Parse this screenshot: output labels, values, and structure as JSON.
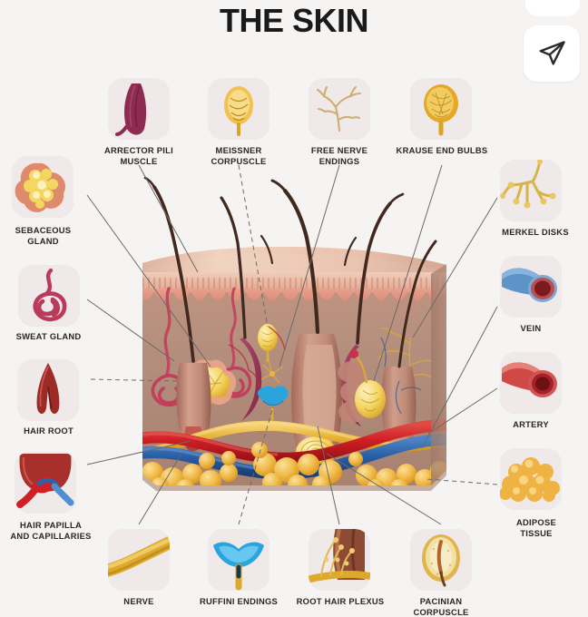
{
  "header": {
    "title": "THE SKIN"
  },
  "controls": {
    "send_icon": "send-paper-plane-icon",
    "top_chip": "partial-rounded-chip"
  },
  "colors": {
    "background": "#f5f4f3",
    "title": "#1a1a1a",
    "label": "#2a2726",
    "leader_line": "#6d6a68",
    "thumb_bg": "#e9e3e2",
    "epidermis": "#e8b9a6",
    "dermis": "#b99080",
    "hypodermis": "#a98372",
    "fat": "#edb13c",
    "artery": "#cf2026",
    "vein": "#2a62a8",
    "nerve": "#e2a52a",
    "muscle": "#8e2b50",
    "hair": "#3a241c",
    "sweat_gland": "#c0415f",
    "sebaceous": "#f2d56a",
    "ruffini": "#2ba4dd"
  },
  "callouts": {
    "top": [
      {
        "id": "arrector-pili-muscle",
        "label": "ARRECTOR PILI\nMUSCLE",
        "icon": "arrector-pili-muscle-icon"
      },
      {
        "id": "meissner-corpuscle",
        "label": "MEISSNER\nCORPUSCLE",
        "icon": "meissner-corpuscle-icon"
      },
      {
        "id": "free-nerve-endings",
        "label": "FREE NERVE\nENDINGS",
        "icon": "free-nerve-endings-icon"
      },
      {
        "id": "krause-end-bulbs",
        "label": "KRAUSE END BULBS",
        "icon": "krause-end-bulbs-icon"
      }
    ],
    "left": [
      {
        "id": "sebaceous-gland",
        "label": "SEBACEOUS\nGLAND",
        "icon": "sebaceous-gland-icon"
      },
      {
        "id": "sweat-gland",
        "label": "SWEAT GLAND",
        "icon": "sweat-gland-icon"
      },
      {
        "id": "hair-root",
        "label": "HAIR ROOT",
        "icon": "hair-root-icon"
      },
      {
        "id": "hair-papilla-and-capillaries",
        "label": "HAIR PAPILLA\nAND CAPILLARIES",
        "icon": "hair-papilla-icon"
      }
    ],
    "right": [
      {
        "id": "merkel-disks",
        "label": "MERKEL DISKS",
        "icon": "merkel-disks-icon"
      },
      {
        "id": "vein",
        "label": "VEIN",
        "icon": "vein-icon"
      },
      {
        "id": "artery",
        "label": "ARTERY",
        "icon": "artery-icon"
      },
      {
        "id": "adipose-tissue",
        "label": "ADIPOSE\nTISSUE",
        "icon": "adipose-tissue-icon"
      }
    ],
    "bottom": [
      {
        "id": "nerve",
        "label": "NERVE",
        "icon": "nerve-icon"
      },
      {
        "id": "ruffini-endings",
        "label": "RUFFINI ENDINGS",
        "icon": "ruffini-endings-icon"
      },
      {
        "id": "root-hair-plexus",
        "label": "ROOT HAIR PLEXUS",
        "icon": "root-hair-plexus-icon"
      },
      {
        "id": "pacinian-corpuscle",
        "label": "PACINIAN\nCORPUSCLE",
        "icon": "pacinian-corpuscle-icon"
      }
    ]
  }
}
